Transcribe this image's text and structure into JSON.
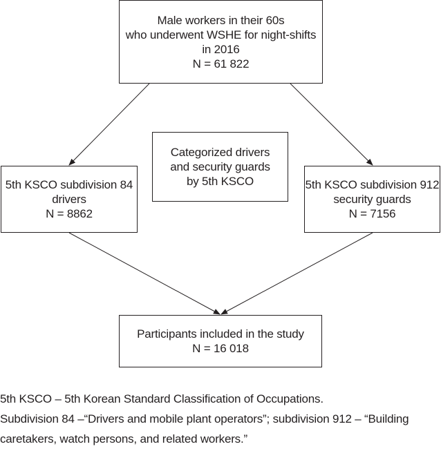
{
  "diagram": {
    "top_box": {
      "lines": [
        "Male workers in their 60s",
        "who underwent WSHE for night-shifts",
        "in 2016",
        "N = 61 822"
      ]
    },
    "left_box": {
      "lines": [
        "5th KSCO subdivision 84",
        "drivers",
        "N = 8862"
      ]
    },
    "center_box": {
      "lines": [
        "Categorized drivers",
        "and security guards",
        "by 5th KSCO"
      ]
    },
    "right_box": {
      "lines": [
        "5th KSCO subdivision 912",
        "security guards",
        "N = 7156"
      ]
    },
    "bottom_box": {
      "lines": [
        "Participants included in the study",
        "N = 16 018"
      ]
    }
  },
  "footnotes": {
    "line1": "5th KSCO – 5th Korean Standard Classification of Occupations.",
    "line2": "Subdivision 84 –“Drivers and mobile plant operators”; subdivision 912 – “Building",
    "line3": "caretakers, watch persons, and related workers.”"
  }
}
